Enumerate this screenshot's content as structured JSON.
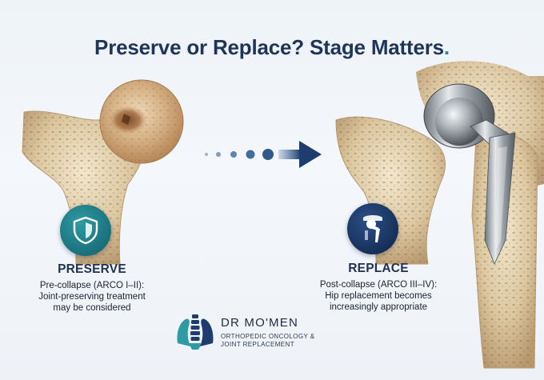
{
  "title": {
    "text": "Preserve or Replace? Stage Matters",
    "accent_dot": "."
  },
  "preserve": {
    "heading": "PRESERVE",
    "line1": "Pre-collapse (ARCO I–II):",
    "line2": "Joint-preserving treatment",
    "line3": "may be considered",
    "badge_icon": "shield-icon",
    "badge_color": "#1f7f88"
  },
  "replace": {
    "heading": "REPLACE",
    "line1": "Post-collapse (ARCO III–IV):",
    "line2": "Hip replacement becomes",
    "line3": "increasingly appropriate",
    "badge_icon": "hip-implant-icon",
    "badge_color": "#1a3663"
  },
  "brand": {
    "name": "DR MO'MEN",
    "tagline_line1": "ORTHOPEDIC ONCOLOGY &",
    "tagline_line2": "JOINT REPLACEMENT"
  },
  "colors": {
    "title": "#1e3559",
    "accent": "#1f8a8f",
    "arrow": "#1e3d6e",
    "bone": "#d8c7a6"
  }
}
